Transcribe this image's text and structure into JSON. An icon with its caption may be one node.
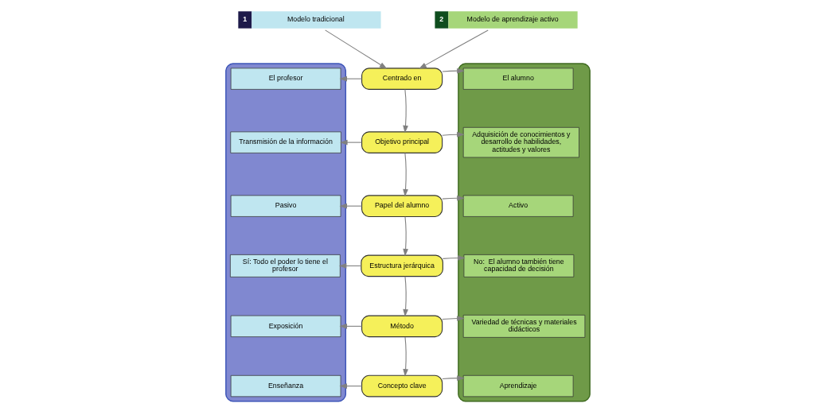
{
  "diagram": {
    "nodes": [
      {
        "text": [
          "1",
          "Modelo tradicional"
        ]
      },
      {
        "text": [
          "2",
          "Modelo de aprendizaje activo"
        ]
      },
      {
        "text": [],
        "shape": "box"
      },
      {
        "text": [
          "El profesor"
        ],
        "in": 2
      },
      {
        "text": [
          "Transmisión de la información"
        ],
        "in": 2
      },
      {
        "text": [
          "Pasivo"
        ],
        "in": 2
      },
      {
        "text": [
          "Sí: Todo el poder lo tiene el profesor"
        ],
        "in": 2
      },
      {
        "text": [
          "Exposición"
        ],
        "in": 2
      },
      {
        "text": [
          "Enseñanza"
        ],
        "in": 2
      },
      {
        "text": [],
        "shape": "box"
      },
      {
        "text": [
          "El alumno"
        ],
        "in": 9
      },
      {
        "text": [
          "Adquisición de conocimientos y desarrollo de habilidades, actitudes y valores"
        ],
        "in": 9
      },
      {
        "text": [
          "Activo"
        ],
        "in": 9
      },
      {
        "text": [
          "No:  El alumno también tiene capacidad de decisión"
        ],
        "in": 9
      },
      {
        "text": [
          "Variedad de técnicas y materiales didácticos"
        ],
        "in": 9
      },
      {
        "text": [
          "Aprendizaje"
        ],
        "in": 9
      },
      {
        "text": [
          "Centrado en"
        ]
      },
      {
        "text": [
          "Objetivo principal"
        ]
      },
      {
        "text": [
          "Papel del alumno"
        ]
      },
      {
        "text": [
          "Estructura jerárquica"
        ]
      },
      {
        "text": [
          "Método"
        ]
      },
      {
        "text": [
          "Concepto clave"
        ]
      }
    ],
    "edges": [
      {
        "from": 0,
        "to": 16,
        "arrow": "to"
      },
      {
        "from": 1,
        "to": 16,
        "arrow": "to"
      },
      {
        "from": 16,
        "to": 3,
        "arrow": "to"
      },
      {
        "from": 16,
        "to": 10,
        "arrow": "to"
      },
      {
        "from": 16,
        "to": 17,
        "arrow": "to"
      },
      {
        "from": 17,
        "to": 4,
        "arrow": "to"
      },
      {
        "from": 17,
        "to": 11,
        "arrow": "to"
      },
      {
        "from": 17,
        "to": 18,
        "arrow": "to"
      },
      {
        "from": 18,
        "to": 5,
        "arrow": "to"
      },
      {
        "from": 18,
        "to": 12,
        "arrow": "to"
      },
      {
        "from": 18,
        "to": 19,
        "arrow": "to"
      },
      {
        "from": 19,
        "to": 6,
        "arrow": "to"
      },
      {
        "from": 19,
        "to": 13,
        "arrow": "to"
      },
      {
        "from": 19,
        "to": 20,
        "arrow": "to"
      },
      {
        "from": 20,
        "to": 7,
        "arrow": "to"
      },
      {
        "from": 20,
        "to": 14,
        "arrow": "to"
      },
      {
        "from": 20,
        "to": 21,
        "arrow": "to"
      },
      {
        "from": 21,
        "to": 8,
        "arrow": "to"
      },
      {
        "from": 21,
        "to": 15,
        "arrow": "to"
      }
    ]
  }
}
